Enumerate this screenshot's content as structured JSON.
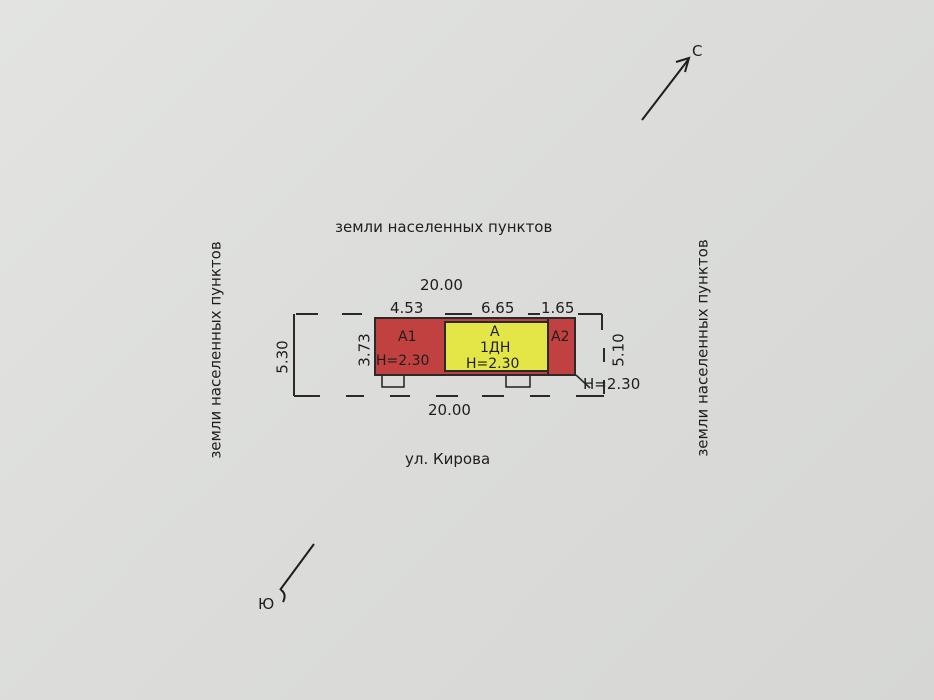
{
  "labels": {
    "top_land": "земли населенных пунктов",
    "left_land": "земли населенных пунктов",
    "right_land": "земли населенных пунктов",
    "street": "ул. Кирова",
    "north": "С",
    "south": "Ю"
  },
  "dimensions": {
    "top_total": "20.00",
    "bottom_total": "20.00",
    "seg_a1": "4.53",
    "seg_a": "6.65",
    "seg_a2": "1.65",
    "left_outer": "5.30",
    "left_inner": "3.73",
    "right_outer": "5.10",
    "height_a2": "H=2.30"
  },
  "rooms": {
    "a1": {
      "name": "А1",
      "height": "H=2.30"
    },
    "a": {
      "name": "А",
      "type": "1ДН",
      "height": "H=2.30"
    },
    "a2": {
      "name": "А2"
    }
  },
  "colors": {
    "residential": "#c0413f",
    "main": "#e4e647",
    "outline": "#2a2a2a"
  }
}
